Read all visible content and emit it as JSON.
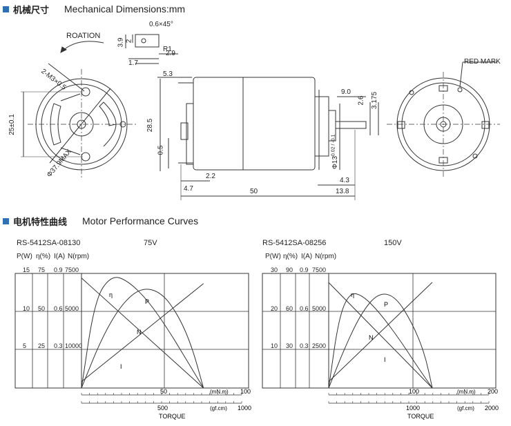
{
  "section1": {
    "title_cn": "机械尺寸",
    "title_en": "Mechanical Dimensions:mm"
  },
  "section2": {
    "title_cn": "电机特性曲线",
    "title_en": "Motor Performance Curves"
  },
  "drawing": {
    "rotation": "ROATION",
    "chamfer": "0.6×45°",
    "r1": "R1",
    "d39": "3.9",
    "d2": "2",
    "d17": "1.7",
    "d29": "2.9",
    "m3": "2-M3×0.5",
    "d25": "25±0.1",
    "d379": "Φ37.9MAX",
    "d53": "5.3",
    "d285": "28.5",
    "d05": "0.5",
    "d47": "4.7",
    "d22": "2.2",
    "d50": "50",
    "d90": "9.0",
    "d26": "2.6",
    "d3175": "3.175",
    "d13": "Φ13",
    "d13tol": "-0.02 / -0.1",
    "d43": "4.3",
    "d138": "13.8",
    "red_mark": "RED MARK"
  },
  "charts": [
    {
      "model": "RS-5412SA-08130",
      "voltage": "75V",
      "col_heads": [
        "P(W)",
        "η(%)",
        "I(A)",
        "N(rpm)"
      ],
      "rows": [
        [
          "15",
          "75",
          "0.9",
          "7500"
        ],
        [
          "10",
          "50",
          "0.6",
          "5000"
        ],
        [
          "5",
          "25",
          "0.3",
          "10000"
        ]
      ],
      "x_top": [
        "50",
        "100"
      ],
      "x_top_unit": "(mN.m)",
      "x_bot": [
        "500",
        "1000"
      ],
      "x_bot_unit": "(gf.cm)",
      "xlabel": "TORQUE",
      "curve_labels": {
        "eta": "η",
        "p": "P",
        "n": "N",
        "i": "I"
      }
    },
    {
      "model": "RS-5412SA-08256",
      "voltage": "150V",
      "col_heads": [
        "P(W)",
        "η(%)",
        "I(A)",
        "N(rpm)"
      ],
      "rows": [
        [
          "30",
          "90",
          "0.9",
          "7500"
        ],
        [
          "20",
          "60",
          "0.6",
          "5000"
        ],
        [
          "10",
          "30",
          "0.3",
          "2500"
        ]
      ],
      "x_top": [
        "100",
        "200"
      ],
      "x_top_unit": "(mN.m)",
      "x_bot": [
        "1000",
        "2000"
      ],
      "x_bot_unit": "(gf.cm)",
      "xlabel": "TORQUE",
      "curve_labels": {
        "eta": "η",
        "p": "P",
        "n": "N",
        "i": "I"
      }
    }
  ],
  "chart_data": [
    {
      "type": "line",
      "title": "RS-5412SA-08130",
      "subtitle": "75V",
      "xlabel": "TORQUE",
      "x_unit": "mN.m",
      "xlim": [
        0,
        100
      ],
      "series": [
        {
          "name": "η",
          "x": [
            0,
            8,
            18,
            28,
            40,
            52,
            62,
            73
          ],
          "y": [
            0,
            58,
            74,
            70,
            57,
            38,
            20,
            0
          ]
        },
        {
          "name": "P",
          "x": [
            0,
            12,
            24,
            36,
            48,
            58,
            66,
            73
          ],
          "y": [
            0,
            6.5,
            11,
            13.2,
            12.5,
            9.5,
            5.5,
            0
          ]
        },
        {
          "name": "N",
          "x": [
            0,
            73
          ],
          "y": [
            7200,
            0
          ]
        },
        {
          "name": "I",
          "x": [
            0,
            73
          ],
          "y": [
            0.05,
            0.82
          ]
        }
      ]
    },
    {
      "type": "line",
      "title": "RS-5412SA-08256",
      "subtitle": "150V",
      "xlabel": "TORQUE",
      "x_unit": "mN.m",
      "xlim": [
        0,
        200
      ],
      "series": [
        {
          "name": "η",
          "x": [
            0,
            12,
            25,
            40,
            60,
            85,
            105,
            124
          ],
          "y": [
            0,
            55,
            75,
            73,
            60,
            38,
            18,
            0
          ]
        },
        {
          "name": "P",
          "x": [
            0,
            20,
            40,
            60,
            80,
            100,
            115,
            124
          ],
          "y": [
            0,
            11,
            20,
            25,
            24,
            17,
            9,
            0
          ]
        },
        {
          "name": "N",
          "x": [
            0,
            124
          ],
          "y": [
            6900,
            0
          ]
        },
        {
          "name": "I",
          "x": [
            0,
            124
          ],
          "y": [
            0.05,
            0.83
          ]
        }
      ]
    }
  ]
}
